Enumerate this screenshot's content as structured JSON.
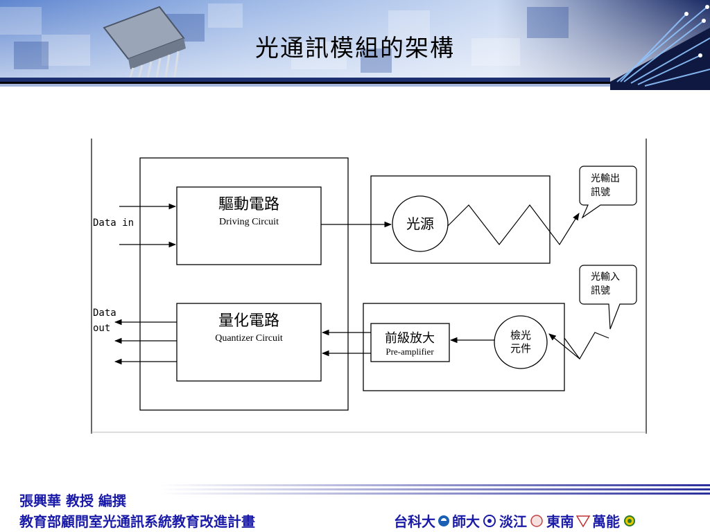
{
  "slide": {
    "title": "光通訊模組的架構"
  },
  "diagram": {
    "driving_circuit": {
      "zh": "驅動電路",
      "en": "Driving Circuit"
    },
    "quantizer_circuit": {
      "zh": "量化電路",
      "en": "Quantizer Circuit"
    },
    "light_source": "光源",
    "pre_amplifier": {
      "zh": "前級放大",
      "en": "Pre-amplifier"
    },
    "photodetector": {
      "line1": "檢光",
      "line2": "元件"
    },
    "data_in": "Data in",
    "data_out": {
      "line1": "Data",
      "line2": "out"
    },
    "optical_output_callout": {
      "line1": "光輸出",
      "line2": "訊號"
    },
    "optical_input_callout": {
      "line1": "光輸入",
      "line2": "訊號"
    }
  },
  "footer": {
    "author": "張興華  教授  編撰",
    "program": "教育部顧問室光通訊系統教育改進計畫",
    "partners": [
      "台科大",
      "師大",
      "淡江",
      "東南",
      "萬能"
    ]
  },
  "colors": {
    "footer_text": "#1a1aa8",
    "banner_blue": "#3a64b8",
    "banner_dark": "#1c2f6e"
  }
}
